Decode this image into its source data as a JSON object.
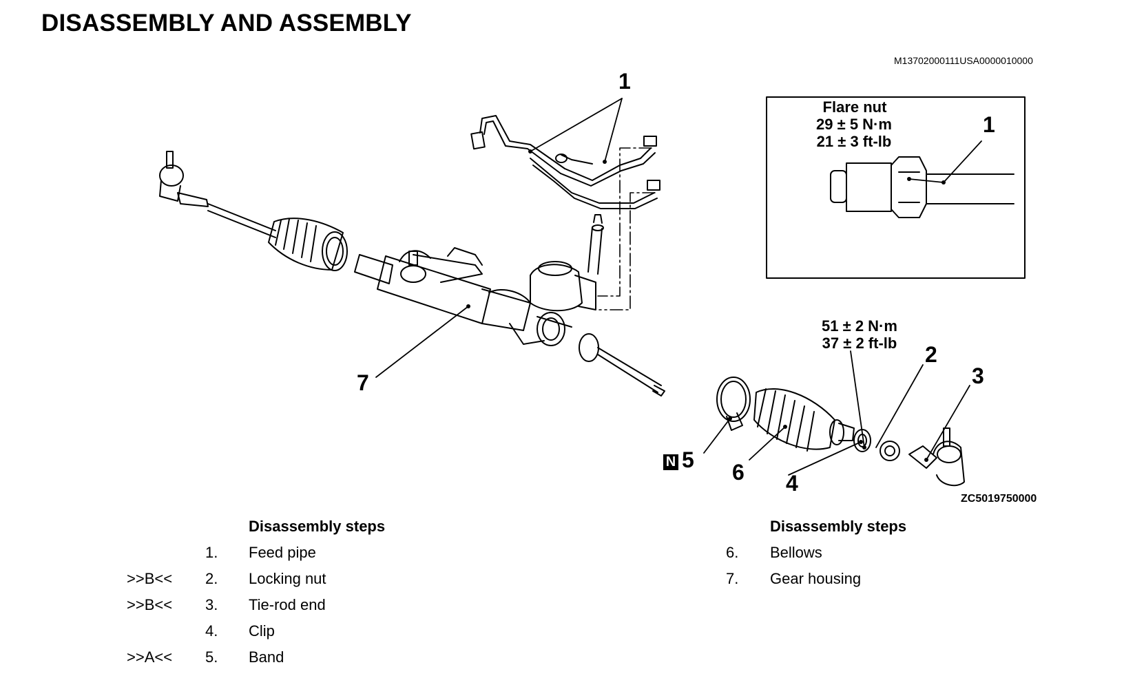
{
  "page": {
    "title": "DISASSEMBLY AND ASSEMBLY",
    "doc_code": "M13702000111USA0000010000",
    "figure_code": "ZC5019750000"
  },
  "figure": {
    "callouts": {
      "c1_top": "1",
      "c1_inset": "1",
      "c2": "2",
      "c3": "3",
      "c4": "4",
      "c5": "5",
      "c6": "6",
      "c7": "7"
    },
    "new_part_badge": "N",
    "inset": {
      "heading": "Flare nut",
      "torque_nm": "29 ± 5 N·m",
      "torque_ftlb": "21 ± 3 ft-lb"
    },
    "locknut_torque": {
      "nm": "51 ± 2 N·m",
      "ftlb": "37 ± 2 ft-lb"
    }
  },
  "steps_left": {
    "heading": "Disassembly steps",
    "rows": [
      {
        "mark": "",
        "num": "1.",
        "name": "Feed pipe"
      },
      {
        "mark": ">>B<<",
        "num": "2.",
        "name": "Locking nut"
      },
      {
        "mark": ">>B<<",
        "num": "3.",
        "name": "Tie-rod end"
      },
      {
        "mark": "",
        "num": "4.",
        "name": "Clip"
      },
      {
        "mark": ">>A<<",
        "num": "5.",
        "name": "Band"
      }
    ]
  },
  "steps_right": {
    "heading": "Disassembly steps",
    "rows": [
      {
        "num": "6.",
        "name": "Bellows"
      },
      {
        "num": "7.",
        "name": "Gear housing"
      }
    ]
  }
}
